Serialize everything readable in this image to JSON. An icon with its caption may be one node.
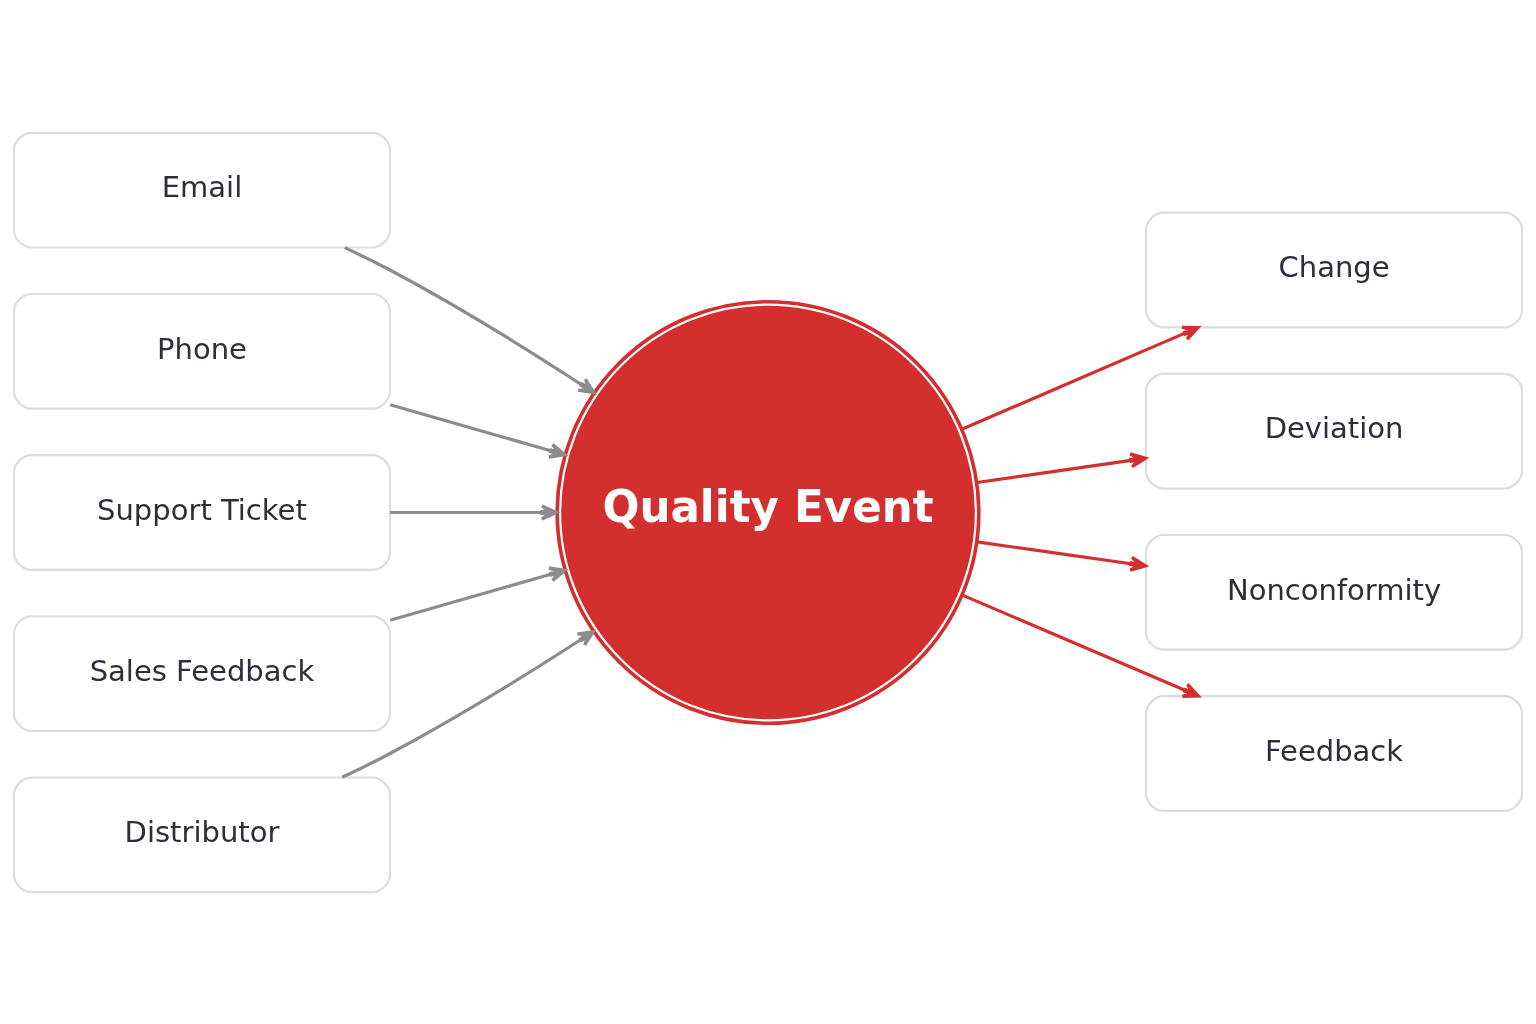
{
  "diagram": {
    "nodes": [
      {
        "text": [
          "Email"
        ]
      },
      {
        "text": [
          "Phone"
        ]
      },
      {
        "text": [
          "Support Ticket"
        ]
      },
      {
        "text": [
          "Sales Feedback"
        ]
      },
      {
        "text": [
          "Distributor"
        ]
      },
      {
        "text": [
          "Quality Event"
        ]
      },
      {
        "text": [
          "Change"
        ]
      },
      {
        "text": [
          "Deviation"
        ]
      },
      {
        "text": [
          "Nonconformity"
        ]
      },
      {
        "text": [
          "Feedback"
        ]
      }
    ],
    "edges": [
      {
        "from": 0,
        "to": 5,
        "arrow": "to"
      },
      {
        "from": 1,
        "to": 5,
        "arrow": "to"
      },
      {
        "from": 2,
        "to": 5,
        "arrow": "to"
      },
      {
        "from": 3,
        "to": 5,
        "arrow": "to"
      },
      {
        "from": 4,
        "to": 5,
        "arrow": "to"
      },
      {
        "from": 5,
        "to": 6,
        "arrow": "to",
        "color": "#d32f2f"
      },
      {
        "from": 5,
        "to": 7,
        "arrow": "to",
        "color": "#d32f2f"
      },
      {
        "from": 5,
        "to": 8,
        "arrow": "to",
        "color": "#d32f2f"
      },
      {
        "from": 5,
        "to": 9,
        "arrow": "to",
        "color": "#d32f2f"
      }
    ]
  }
}
